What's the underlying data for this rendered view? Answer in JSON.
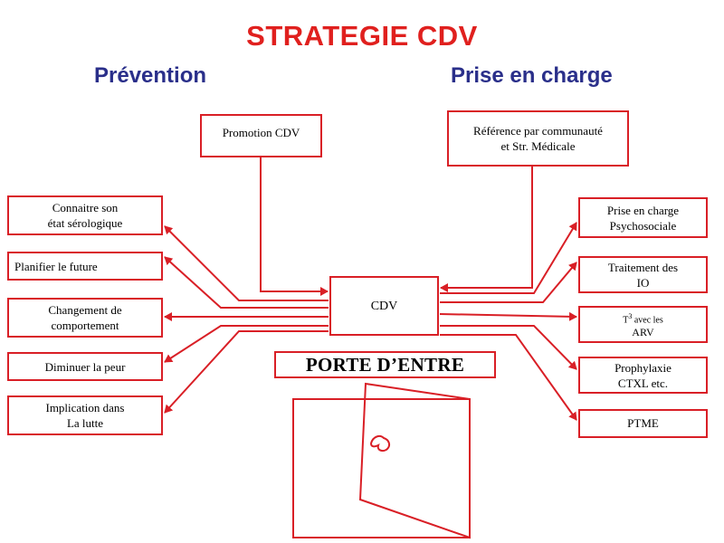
{
  "title": "STRATEGIE  CDV",
  "headings": {
    "left": "Prévention",
    "right": "Prise en charge"
  },
  "center": {
    "label": "CDV",
    "subtitle": "PORTE D’ENTRE"
  },
  "top_boxes": {
    "left": {
      "label": "Promotion CDV"
    },
    "right": {
      "line1": "Référence par communauté",
      "line2": "et Str. Médicale"
    }
  },
  "left_boxes": [
    {
      "line1": "Connaitre son",
      "line2": "état sérologique"
    },
    {
      "line1": "Planifier le future",
      "line2": ""
    },
    {
      "line1": "Changement de",
      "line2": "comportement"
    },
    {
      "line1": "Diminuer la peur",
      "line2": ""
    },
    {
      "line1": "Implication dans",
      "line2": "La lutte"
    }
  ],
  "right_boxes": [
    {
      "line1": "Prise en charge",
      "line2": "Psychosociale"
    },
    {
      "line1": "Traitement des",
      "line2": "IO"
    },
    {
      "line1_main": "T",
      "line1_sup": "3",
      "line1_rest": " avec les",
      "line2": "ARV"
    },
    {
      "line1": "Prophylaxie",
      "line2": "CTXL etc."
    },
    {
      "line1": "PTME",
      "line2": ""
    }
  ],
  "colors": {
    "title": "#e0201e",
    "heading": "#2a2f8a",
    "lines": "#d91f26"
  },
  "icons": {
    "door": "open-door-icon"
  }
}
